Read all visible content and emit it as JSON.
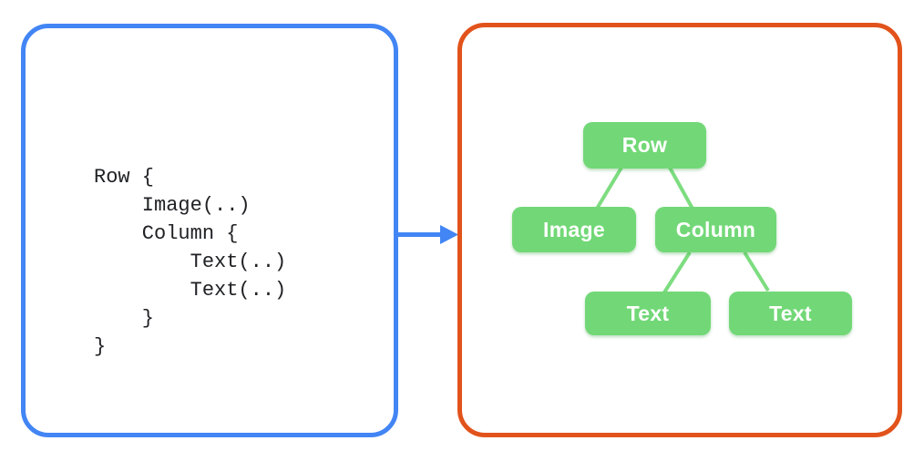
{
  "colors": {
    "background": "#FFFFFF",
    "panel-blue": "#4285F4",
    "panel-orange": "#E2531C",
    "node-green": "#72D877",
    "edge-green": "#7DDD80",
    "code-text": "#202124",
    "node-label": "#FFFFFF"
  },
  "left_panel": {
    "code": "Row {\n    Image(..)\n    Column {\n        Text(..)\n        Text(..)\n    }\n}"
  },
  "arrow": {
    "direction": "right"
  },
  "right_panel": {
    "nodes": [
      {
        "id": "row",
        "label": "Row"
      },
      {
        "id": "image",
        "label": "Image"
      },
      {
        "id": "column",
        "label": "Column"
      },
      {
        "id": "text-left",
        "label": "Text"
      },
      {
        "id": "text-right",
        "label": "Text"
      }
    ],
    "edges": [
      {
        "from": "row",
        "to": "image"
      },
      {
        "from": "row",
        "to": "column"
      },
      {
        "from": "column",
        "to": "text-left"
      },
      {
        "from": "column",
        "to": "text-right"
      }
    ]
  }
}
